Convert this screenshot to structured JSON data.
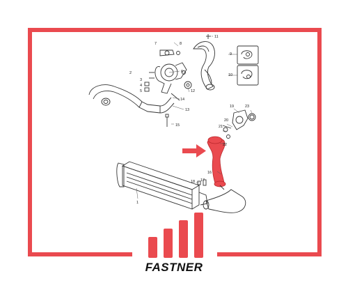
{
  "brand": {
    "name": "FASTNER",
    "accent": "#ea4a4f"
  },
  "diagram": {
    "highlighted_part": "22",
    "callouts": [
      {
        "id": "c1",
        "label": "1"
      },
      {
        "id": "c2",
        "label": "2"
      },
      {
        "id": "c3",
        "label": "3"
      },
      {
        "id": "c4",
        "label": "4"
      },
      {
        "id": "c5",
        "label": "5"
      },
      {
        "id": "c6",
        "label": "6"
      },
      {
        "id": "c7",
        "label": "7"
      },
      {
        "id": "c8",
        "label": "8"
      },
      {
        "id": "c9",
        "label": "9"
      },
      {
        "id": "c10",
        "label": "10"
      },
      {
        "id": "c11",
        "label": "11"
      },
      {
        "id": "c12",
        "label": "12"
      },
      {
        "id": "c13",
        "label": "13"
      },
      {
        "id": "c14",
        "label": "14"
      },
      {
        "id": "c15",
        "label": "15"
      },
      {
        "id": "c16",
        "label": "16"
      },
      {
        "id": "c17",
        "label": "17"
      },
      {
        "id": "c18",
        "label": "18"
      },
      {
        "id": "c19",
        "label": "19"
      },
      {
        "id": "c20",
        "label": "20"
      },
      {
        "id": "c21",
        "label": "21"
      },
      {
        "id": "c22",
        "label": "22"
      },
      {
        "id": "c23",
        "label": "23"
      }
    ]
  }
}
